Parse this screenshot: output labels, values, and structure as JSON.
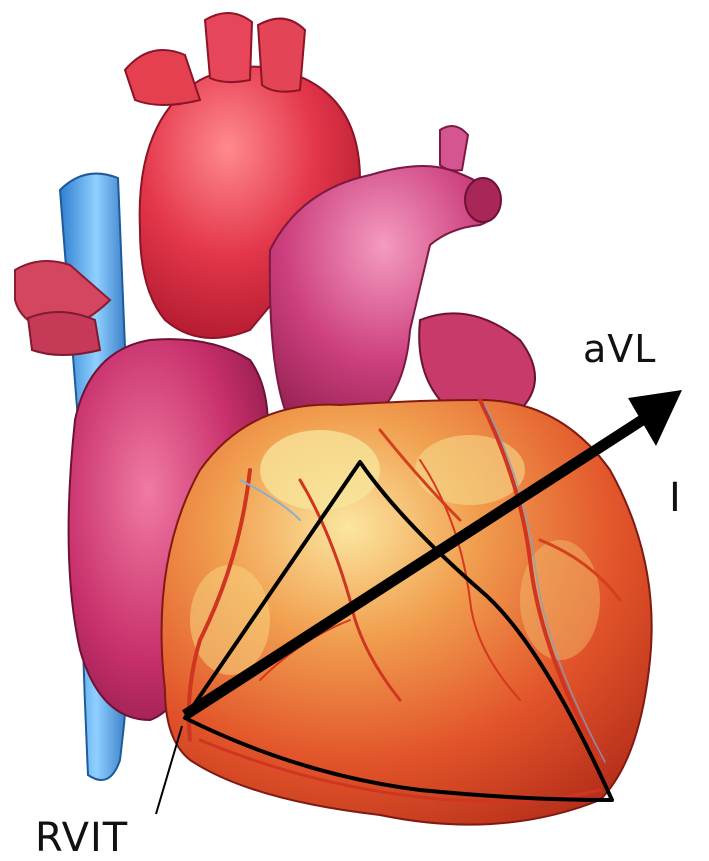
{
  "labels": {
    "avl": "aVL",
    "lead_i": "I",
    "rvit": "RVIT"
  },
  "colors": {
    "vena_cava": "#4a9fe3",
    "aorta": "#e0304a",
    "pulmonary_artery": "#c83a75",
    "atrium": "#c8306b",
    "ventricle": "#e55a2a",
    "myocardium_highlight": "#f5e08a",
    "coronary_vessel": "#d8361e",
    "overlay_line": "#000000"
  }
}
